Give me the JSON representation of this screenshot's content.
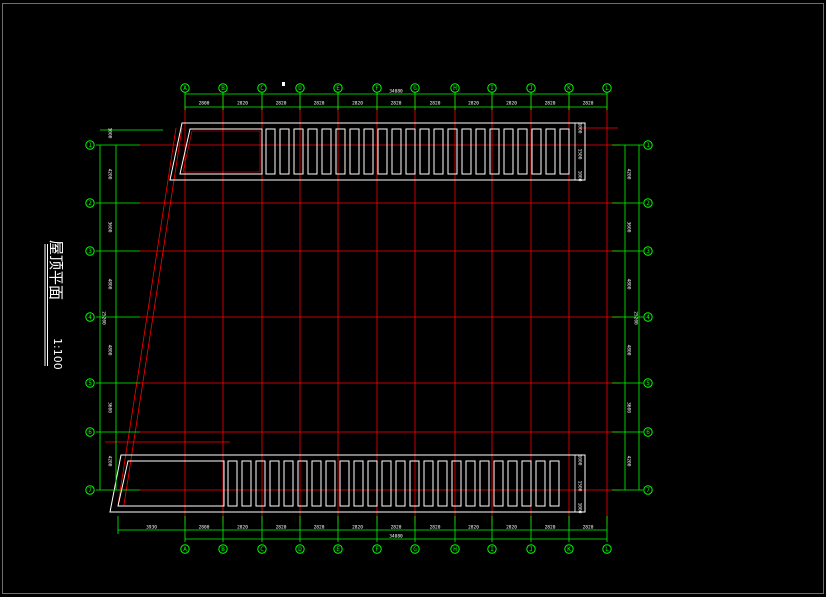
{
  "drawing": {
    "title": "屋顶平面",
    "scale": "1:100",
    "colors": {
      "background": "#000000",
      "axis": "#ff0000",
      "dimension": "#00ff00",
      "outline": "#ffffff",
      "label": "#ffffff"
    }
  },
  "columns": {
    "labels": [
      "A",
      "B",
      "C",
      "D",
      "E",
      "F",
      "G",
      "H",
      "I",
      "J",
      "K",
      "L"
    ],
    "top_dims": [
      "2800",
      "2820",
      "2820",
      "2820",
      "2820",
      "2820",
      "2820",
      "2820",
      "2820",
      "2820",
      "2820",
      "2880"
    ],
    "bottom_dims": [
      "2800",
      "2820",
      "2820",
      "2820",
      "2820",
      "2820",
      "2820",
      "2820",
      "2820",
      "2820",
      "2820",
      "2880"
    ],
    "bottom_extra_dim": "3930",
    "top_total": "34080",
    "bottom_total": "34080"
  },
  "rows": {
    "labels": [
      "1",
      "2",
      "3",
      "4",
      "5",
      "6",
      "7"
    ],
    "left_dims": [
      "4200",
      "3600",
      "4800",
      "4800",
      "3600",
      "4200"
    ],
    "right_dims": [
      "4200",
      "3600",
      "4800",
      "4800",
      "3600",
      "4200"
    ],
    "left_total": "25200",
    "right_total": "25200"
  },
  "roof_strip_dims": [
    "1000",
    "1500",
    "1000"
  ]
}
